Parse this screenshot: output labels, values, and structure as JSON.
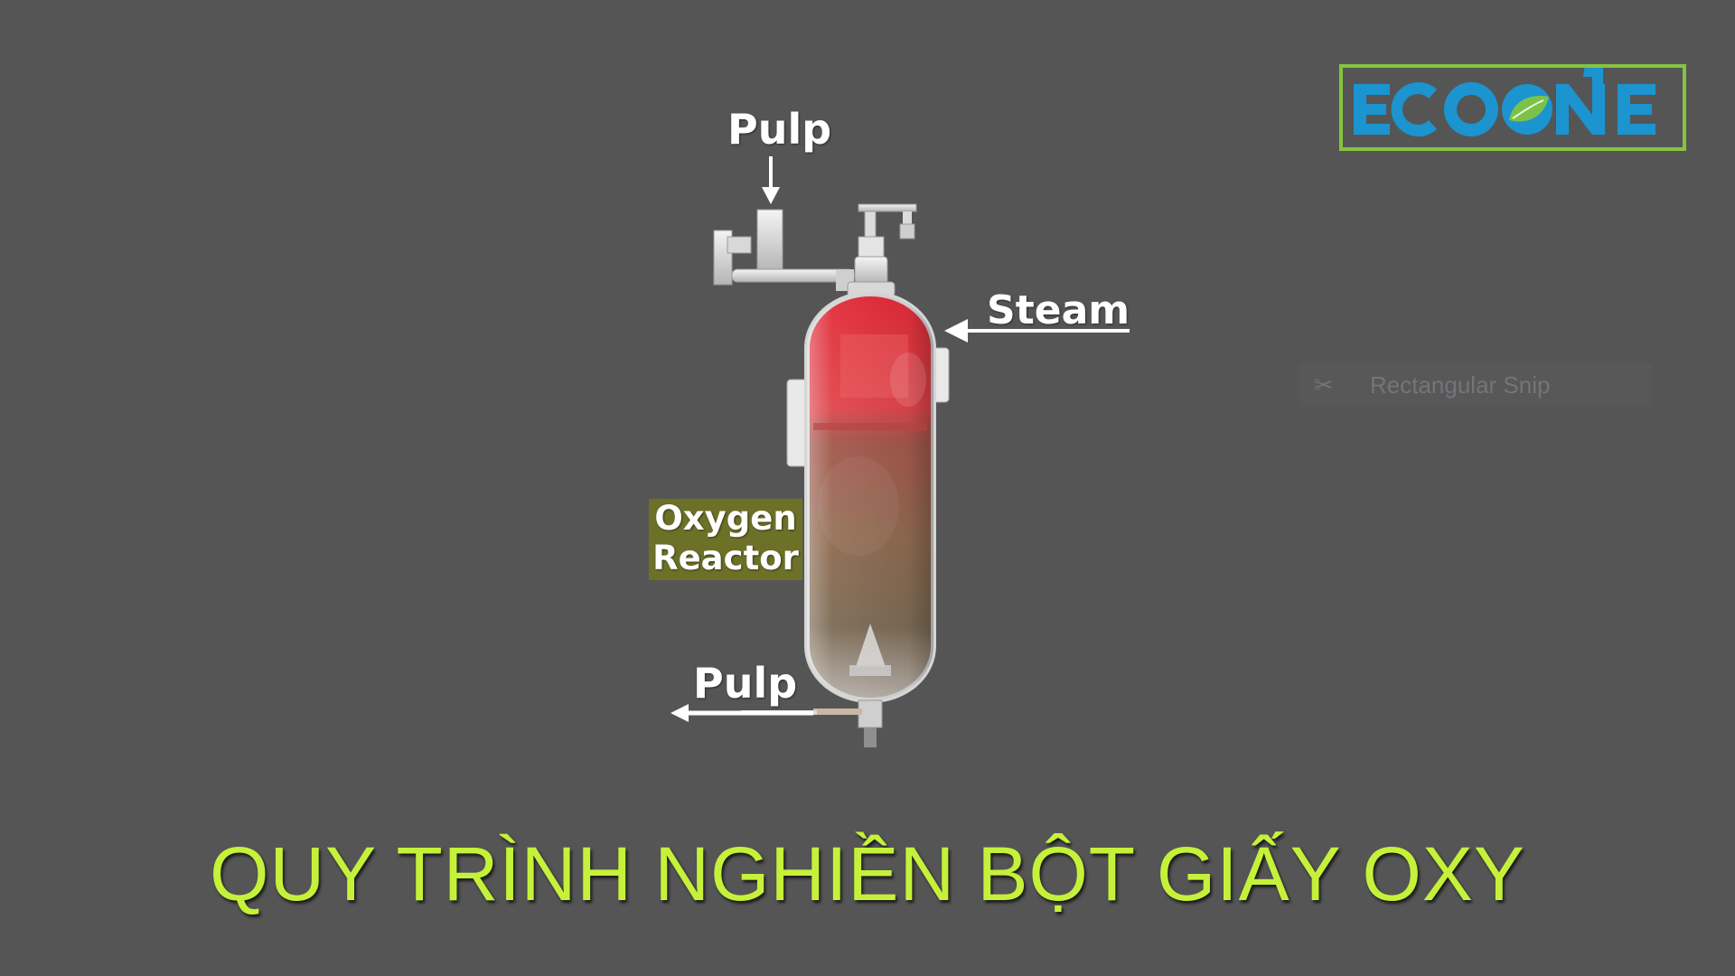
{
  "diagram": {
    "pulp_in_label": "Pulp",
    "steam_label": "Steam",
    "reactor_label_line1": "Oxygen",
    "reactor_label_line2": "Reactor",
    "pulp_out_label": "Pulp"
  },
  "logo": {
    "text": "ECOONE",
    "colors": {
      "letters": "#1b94d0",
      "border": "#86c341",
      "leaf": "#7cc24a"
    }
  },
  "overlay": {
    "snip_label": "Rectangular Snip"
  },
  "caption": {
    "text": "QUY TRÌNH NGHIỀN BỘT GIẤY OXY",
    "color": "#c6f13a"
  },
  "colors": {
    "background": "#555555",
    "reactor_top": "#e3343f",
    "reactor_bottom": "#8a6e50",
    "tag_background": "#6d7128"
  }
}
